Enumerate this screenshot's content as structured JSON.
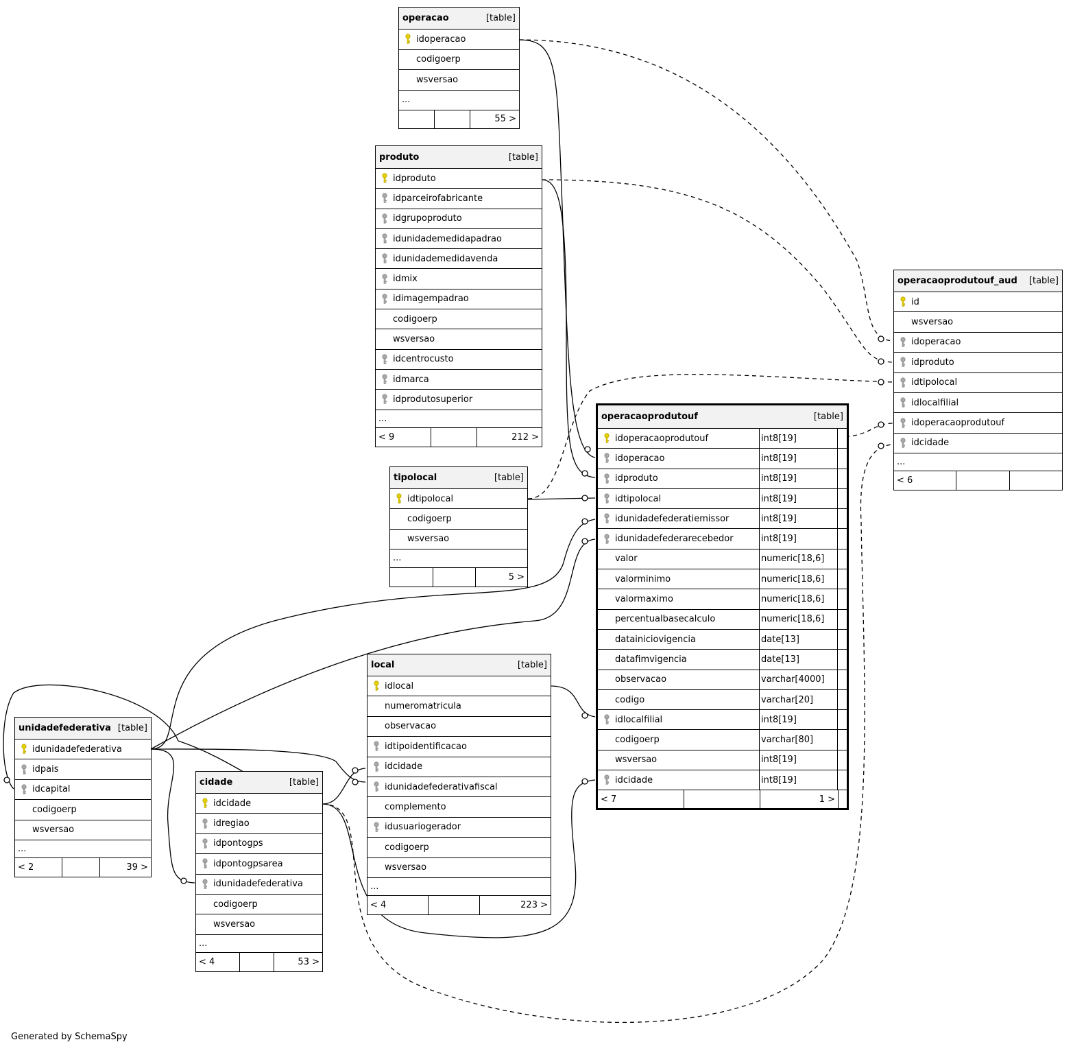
{
  "footer": "Generated by SchemaSpy",
  "tables": {
    "operacao": {
      "name": "operacao",
      "kind": "[table]",
      "columns": [
        {
          "name": "idoperacao",
          "key": "pk"
        },
        {
          "name": "codigoerp",
          "key": "none"
        },
        {
          "name": "wsversao",
          "key": "none"
        }
      ],
      "ellipsis": "...",
      "footer": [
        "",
        "",
        "55 >"
      ]
    },
    "produto": {
      "name": "produto",
      "kind": "[table]",
      "columns": [
        {
          "name": "idproduto",
          "key": "pk"
        },
        {
          "name": "idparceirofabricante",
          "key": "fk"
        },
        {
          "name": "idgrupoproduto",
          "key": "fk"
        },
        {
          "name": "idunidademedidapadrao",
          "key": "fk"
        },
        {
          "name": "idunidademedidavenda",
          "key": "fk"
        },
        {
          "name": "idmix",
          "key": "fk"
        },
        {
          "name": "idimagempadrao",
          "key": "fk"
        },
        {
          "name": "codigoerp",
          "key": "none"
        },
        {
          "name": "wsversao",
          "key": "none"
        },
        {
          "name": "idcentrocusto",
          "key": "fk"
        },
        {
          "name": "idmarca",
          "key": "fk"
        },
        {
          "name": "idprodutosuperior",
          "key": "fk"
        }
      ],
      "ellipsis": "...",
      "footer": [
        "< 9",
        "",
        "212 >"
      ]
    },
    "tipolocal": {
      "name": "tipolocal",
      "kind": "[table]",
      "columns": [
        {
          "name": "idtipolocal",
          "key": "pk"
        },
        {
          "name": "codigoerp",
          "key": "none"
        },
        {
          "name": "wsversao",
          "key": "none"
        }
      ],
      "ellipsis": "...",
      "footer": [
        "",
        "",
        "5 >"
      ]
    },
    "operacaoprodutouf_aud": {
      "name": "operacaoprodutouf_aud",
      "kind": "[table]",
      "columns": [
        {
          "name": "id",
          "key": "pk"
        },
        {
          "name": "wsversao",
          "key": "none"
        },
        {
          "name": "idoperacao",
          "key": "fk"
        },
        {
          "name": "idproduto",
          "key": "fk"
        },
        {
          "name": "idtipolocal",
          "key": "fk"
        },
        {
          "name": "idlocalfilial",
          "key": "fk"
        },
        {
          "name": "idoperacaoprodutouf",
          "key": "fk"
        },
        {
          "name": "idcidade",
          "key": "fk"
        }
      ],
      "ellipsis": "...",
      "footer": [
        "< 6",
        "",
        ""
      ]
    },
    "operacaoprodutouf": {
      "name": "operacaoprodutouf",
      "kind": "[table]",
      "columns": [
        {
          "name": "idoperacaoprodutouf",
          "key": "pk",
          "type": "int8[19]"
        },
        {
          "name": "idoperacao",
          "key": "fk",
          "type": "int8[19]"
        },
        {
          "name": "idproduto",
          "key": "fk",
          "type": "int8[19]"
        },
        {
          "name": "idtipolocal",
          "key": "fk",
          "type": "int8[19]"
        },
        {
          "name": "idunidadefederatiemissor",
          "key": "fk",
          "type": "int8[19]"
        },
        {
          "name": "idunidadefederarecebedor",
          "key": "fk",
          "type": "int8[19]"
        },
        {
          "name": "valor",
          "key": "none",
          "type": "numeric[18,6]"
        },
        {
          "name": "valorminimo",
          "key": "none",
          "type": "numeric[18,6]"
        },
        {
          "name": "valormaximo",
          "key": "none",
          "type": "numeric[18,6]"
        },
        {
          "name": "percentualbasecalculo",
          "key": "none",
          "type": "numeric[18,6]"
        },
        {
          "name": "datainiciovigencia",
          "key": "none",
          "type": "date[13]"
        },
        {
          "name": "datafimvigencia",
          "key": "none",
          "type": "date[13]"
        },
        {
          "name": "observacao",
          "key": "none",
          "type": "varchar[4000]"
        },
        {
          "name": "codigo",
          "key": "none",
          "type": "varchar[20]"
        },
        {
          "name": "idlocalfilial",
          "key": "fk",
          "type": "int8[19]"
        },
        {
          "name": "codigoerp",
          "key": "none",
          "type": "varchar[80]"
        },
        {
          "name": "wsversao",
          "key": "none",
          "type": "int8[19]"
        },
        {
          "name": "idcidade",
          "key": "fk",
          "type": "int8[19]"
        }
      ],
      "footer": [
        "< 7",
        "",
        "1 >"
      ]
    },
    "local": {
      "name": "local",
      "kind": "[table]",
      "columns": [
        {
          "name": "idlocal",
          "key": "pk"
        },
        {
          "name": "numeromatricula",
          "key": "none"
        },
        {
          "name": "observacao",
          "key": "none"
        },
        {
          "name": "idtipoidentificacao",
          "key": "fk"
        },
        {
          "name": "idcidade",
          "key": "fk"
        },
        {
          "name": "idunidadefederativafiscal",
          "key": "fk"
        },
        {
          "name": "complemento",
          "key": "none"
        },
        {
          "name": "idusuariogerador",
          "key": "fk"
        },
        {
          "name": "codigoerp",
          "key": "none"
        },
        {
          "name": "wsversao",
          "key": "none"
        }
      ],
      "ellipsis": "...",
      "footer": [
        "< 4",
        "",
        "223 >"
      ]
    },
    "unidadefederativa": {
      "name": "unidadefederativa",
      "kind": "[table]",
      "columns": [
        {
          "name": "idunidadefederativa",
          "key": "pk"
        },
        {
          "name": "idpais",
          "key": "fk"
        },
        {
          "name": "idcapital",
          "key": "fk"
        },
        {
          "name": "codigoerp",
          "key": "none"
        },
        {
          "name": "wsversao",
          "key": "none"
        }
      ],
      "ellipsis": "...",
      "footer": [
        "< 2",
        "",
        "39 >"
      ]
    },
    "cidade": {
      "name": "cidade",
      "kind": "[table]",
      "columns": [
        {
          "name": "idcidade",
          "key": "pk"
        },
        {
          "name": "idregiao",
          "key": "fk"
        },
        {
          "name": "idpontogps",
          "key": "fk"
        },
        {
          "name": "idpontogpsarea",
          "key": "fk"
        },
        {
          "name": "idunidadefederativa",
          "key": "fk"
        },
        {
          "name": "codigoerp",
          "key": "none"
        },
        {
          "name": "wsversao",
          "key": "none"
        }
      ],
      "ellipsis": "...",
      "footer": [
        "< 4",
        "",
        "53 >"
      ]
    }
  },
  "relationships": [
    {
      "from": "operacao.idoperacao",
      "to": "operacaoprodutouf.idoperacao",
      "style": "solid"
    },
    {
      "from": "produto.idproduto",
      "to": "operacaoprodutouf.idproduto",
      "style": "solid"
    },
    {
      "from": "tipolocal.idtipolocal",
      "to": "operacaoprodutouf.idtipolocal",
      "style": "solid"
    },
    {
      "from": "unidadefederativa.idunidadefederativa",
      "to": "operacaoprodutouf.idunidadefederatiemissor",
      "style": "solid"
    },
    {
      "from": "unidadefederativa.idunidadefederativa",
      "to": "operacaoprodutouf.idunidadefederarecebedor",
      "style": "solid"
    },
    {
      "from": "local.idlocal",
      "to": "operacaoprodutouf.idlocalfilial",
      "style": "solid"
    },
    {
      "from": "cidade.idcidade",
      "to": "operacaoprodutouf.idcidade",
      "style": "solid"
    },
    {
      "from": "cidade.idcidade",
      "to": "local.idcidade",
      "style": "solid"
    },
    {
      "from": "unidadefederativa.idunidadefederativa",
      "to": "local.idunidadefederativafiscal",
      "style": "solid"
    },
    {
      "from": "unidadefederativa.idunidadefederativa",
      "to": "cidade.idunidadefederativa",
      "style": "solid"
    },
    {
      "from": "cidade.idcidade",
      "to": "unidadefederativa.idcapital",
      "style": "solid"
    },
    {
      "from": "operacao.idoperacao",
      "to": "operacaoprodutouf_aud.idoperacao",
      "style": "dashed"
    },
    {
      "from": "produto.idproduto",
      "to": "operacaoprodutouf_aud.idproduto",
      "style": "dashed"
    },
    {
      "from": "tipolocal.idtipolocal",
      "to": "operacaoprodutouf_aud.idtipolocal",
      "style": "dashed"
    },
    {
      "from": "operacaoprodutouf.idoperacaoprodutouf",
      "to": "operacaoprodutouf_aud.idoperacaoprodutouf",
      "style": "dashed"
    },
    {
      "from": "cidade.idcidade",
      "to": "operacaoprodutouf_aud.idcidade",
      "style": "dashed"
    }
  ]
}
